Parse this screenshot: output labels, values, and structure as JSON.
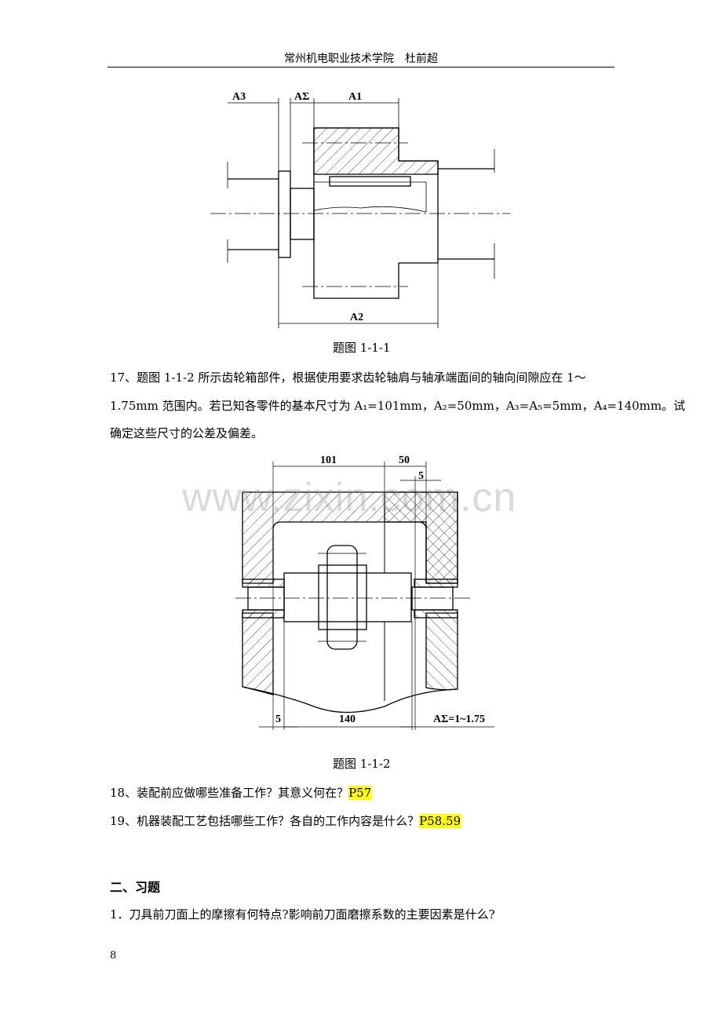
{
  "header": {
    "text": "常州机电职业技术学院　杜前超"
  },
  "figure1": {
    "labels": {
      "a3": "A3",
      "asigma": "AΣ",
      "a1": "A1",
      "a2": "A2"
    },
    "caption": "题图 1-1-1"
  },
  "question17": {
    "line1": "17、题图 1-1-2 所示齿轮箱部件，根据使用要求齿轮轴肩与轴承端面间的轴向间隙应在 1～",
    "line2": "1.75mm 范围内。若已知各零件的基本尺寸为 A₁=101mm，A₂=50mm，A₃=A₅=5mm，A₄=140mm。试",
    "line3": "确定这些尺寸的公差及偏差。"
  },
  "figure2": {
    "labels": {
      "d101": "101",
      "d50": "50",
      "d5top": "5",
      "d5bot": "5",
      "d140": "140",
      "asigma": "AΣ=1~1.75"
    },
    "caption": "题图 1-1-2"
  },
  "watermark": "www.zixin.com.cn",
  "question18": {
    "text": "18、装配前应做哪些准备工作？其意义何在？",
    "ref": "P57"
  },
  "question19": {
    "text": "19、机器装配工艺包括哪些工作？各自的工作内容是什么？",
    "ref": "P58.59"
  },
  "section2": {
    "title": "二、习题"
  },
  "exercise1": {
    "text": "1．刀具前刀面上的摩擦有何特点?影响前刀面磨擦系数的主要因素是什么?"
  },
  "page_number": "8"
}
